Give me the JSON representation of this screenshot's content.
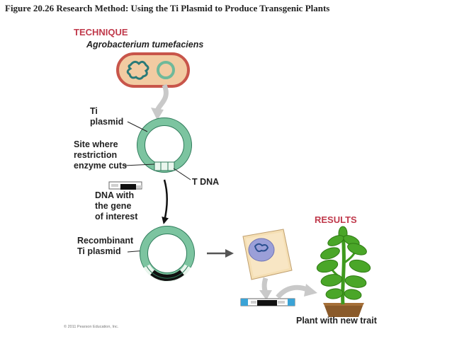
{
  "figure_title": "Figure 20.26 Research Method: Using the Ti Plasmid to Produce Transgenic Plants",
  "technique": {
    "heading": "TECHNIQUE",
    "organism": "Agrobacterium tumefaciens"
  },
  "labels": {
    "ti_plasmid": [
      "Ti",
      "plasmid"
    ],
    "restriction_site": [
      "Site where",
      "restriction",
      "enzyme cuts"
    ],
    "t_dna": "T DNA",
    "dna_gene": [
      "DNA with",
      "the gene",
      "of interest"
    ],
    "recombinant": [
      "Recombinant",
      "Ti plasmid"
    ]
  },
  "results": {
    "heading": "RESULTS",
    "caption": "Plant with new trait"
  },
  "copyright": "© 2011 Pearson Education, Inc.",
  "colors": {
    "heading_red": "#c0394b",
    "plasmid_green": "#7cc4a0",
    "bacterium_fill": "#f2cba2",
    "bacterium_border": "#c8554a",
    "plant_cell_fill": "#f5dfb4",
    "nucleus": "#9b9fd8",
    "plant_green": "#3f9a1e",
    "soil": "#8a5a2a"
  }
}
